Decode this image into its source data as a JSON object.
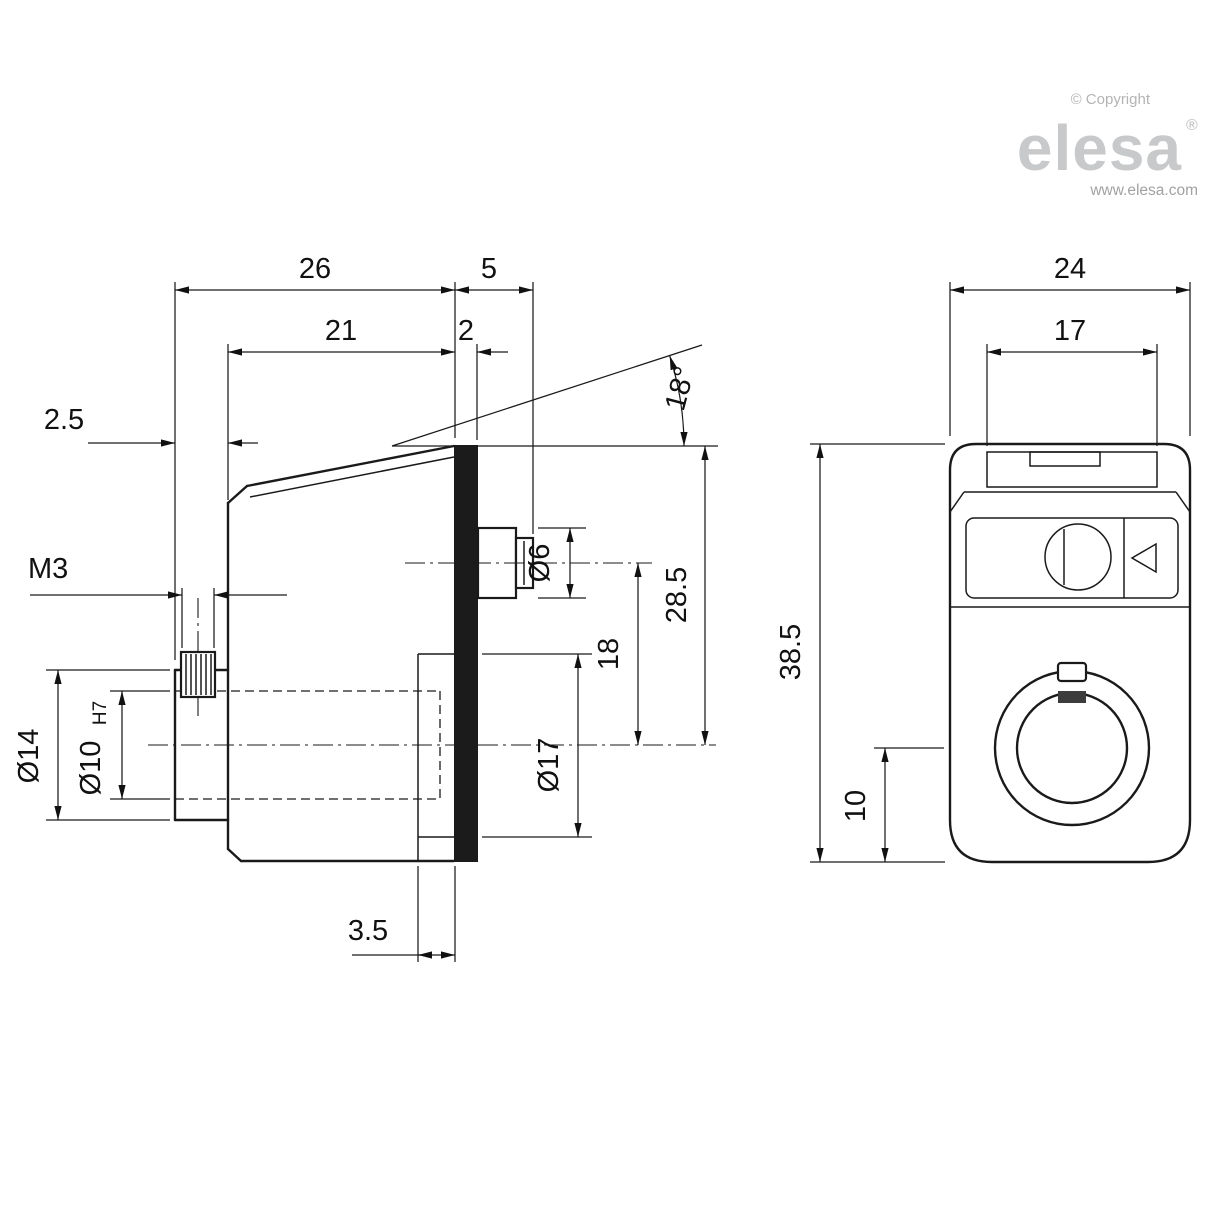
{
  "branding": {
    "copyright": "© Copyright",
    "logo_text": "elesa",
    "registered_mark": "®",
    "website": "www.elesa.com",
    "logo_color": "#c8c9ca"
  },
  "side_view": {
    "dims": {
      "total_width": "26",
      "protrusion": "5",
      "body_depth": "21",
      "bezel_thickness": "2",
      "standoff": "2.5",
      "thread": "M3",
      "window_angle": "18°",
      "knob_dia": "Ø6",
      "height_to_axis": "28.5",
      "knob_to_axis": "18",
      "front_bore": "Ø17",
      "hub_dia": "Ø14",
      "shaft_bore": "Ø10",
      "shaft_tolerance": "H7",
      "back_step": "3.5"
    }
  },
  "front_view": {
    "dims": {
      "overall_width": "24",
      "window_width": "17",
      "overall_height": "38.5",
      "axis_height": "10"
    }
  }
}
